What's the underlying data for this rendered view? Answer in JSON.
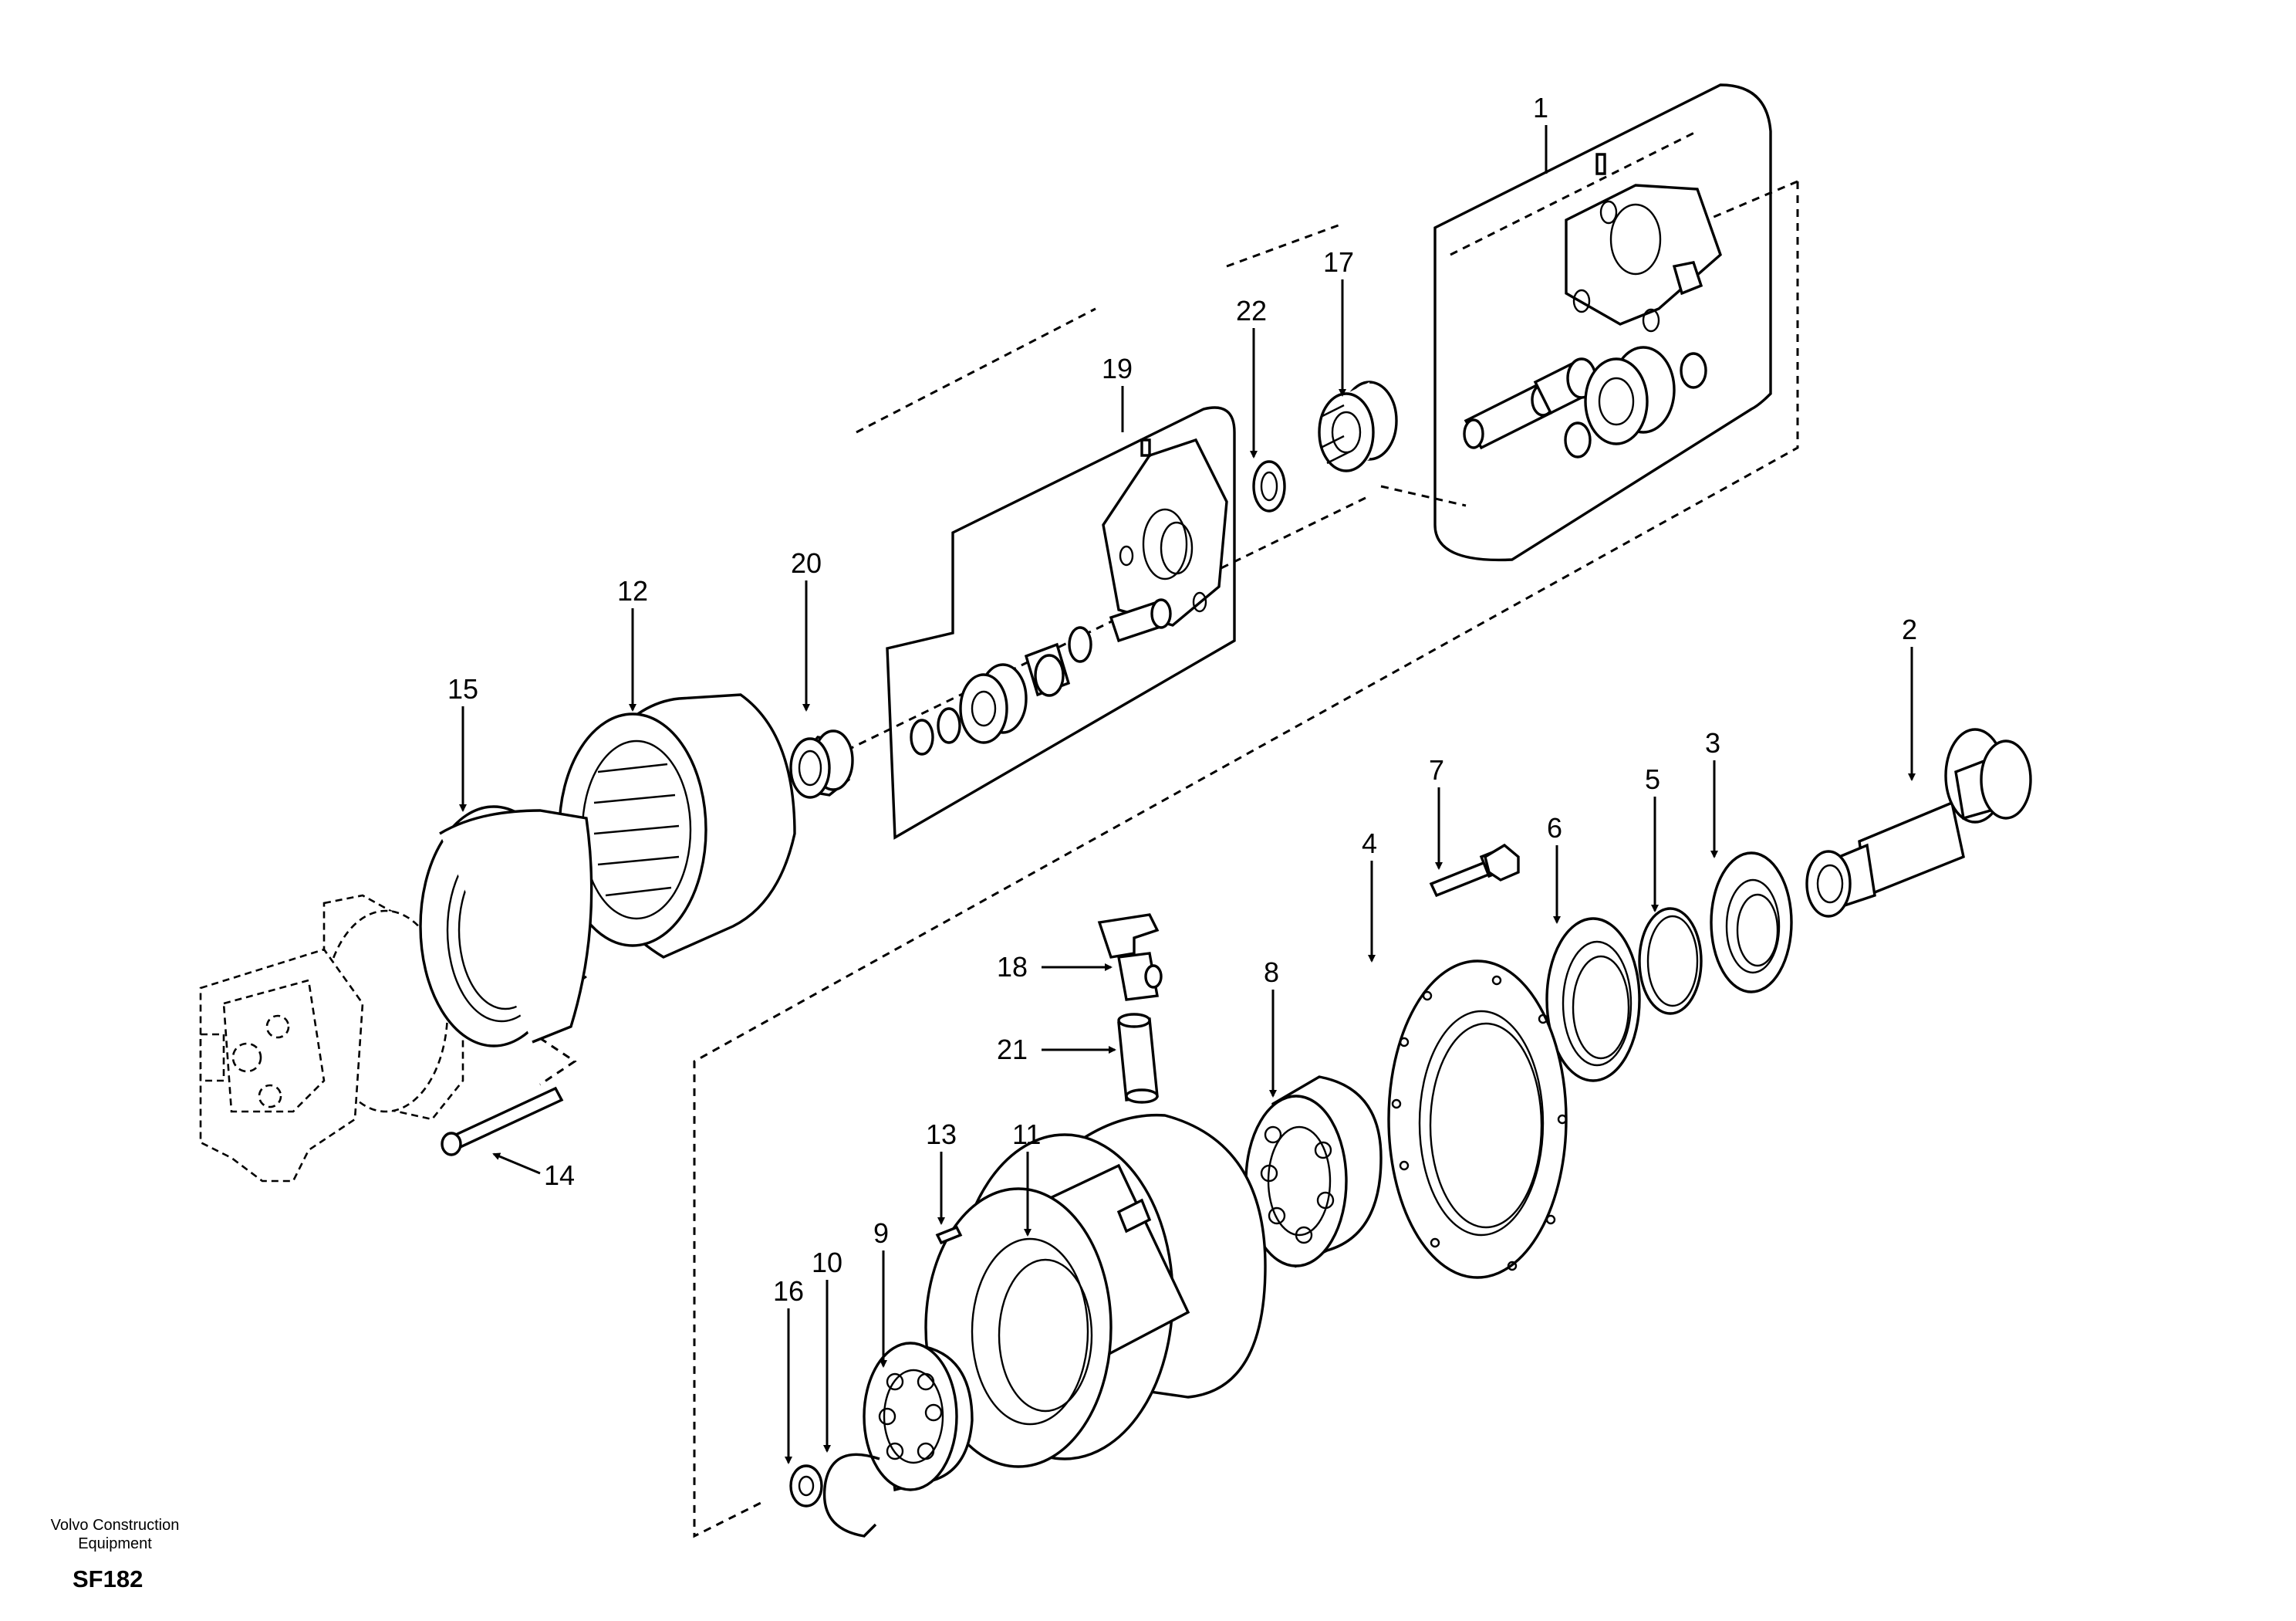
{
  "footer": {
    "brand_line1": "Volvo Construction",
    "brand_line2": "Equipment",
    "diagram_code": "SF182"
  },
  "callouts": {
    "c1": "1",
    "c2": "2",
    "c3": "3",
    "c4": "4",
    "c5": "5",
    "c6": "6",
    "c7": "7",
    "c8": "8",
    "c9": "9",
    "c10": "10",
    "c11": "11",
    "c12": "12",
    "c13": "13",
    "c14": "14",
    "c15": "15",
    "c16": "16",
    "c17": "17",
    "c18": "18",
    "c19": "19",
    "c20": "20",
    "c21": "21",
    "c22": "22"
  }
}
